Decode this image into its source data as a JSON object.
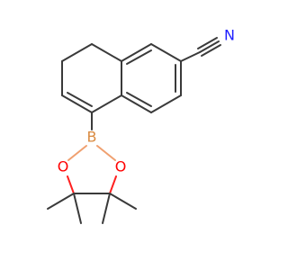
{
  "molecule": {
    "atoms": {
      "nitrogen": {
        "label": "N",
        "color": "#2020ff"
      },
      "boron": {
        "label": "B",
        "color": "#d98a40"
      },
      "oxygen_left": {
        "label": "O",
        "color": "#ff0000"
      },
      "oxygen_right": {
        "label": "O",
        "color": "#ff0000"
      }
    },
    "colors": {
      "carbon_bond": "#3a3a3a",
      "nitrogen": "#2020ff",
      "boron": "#d98a40",
      "oxygen": "#ff0000"
    }
  }
}
